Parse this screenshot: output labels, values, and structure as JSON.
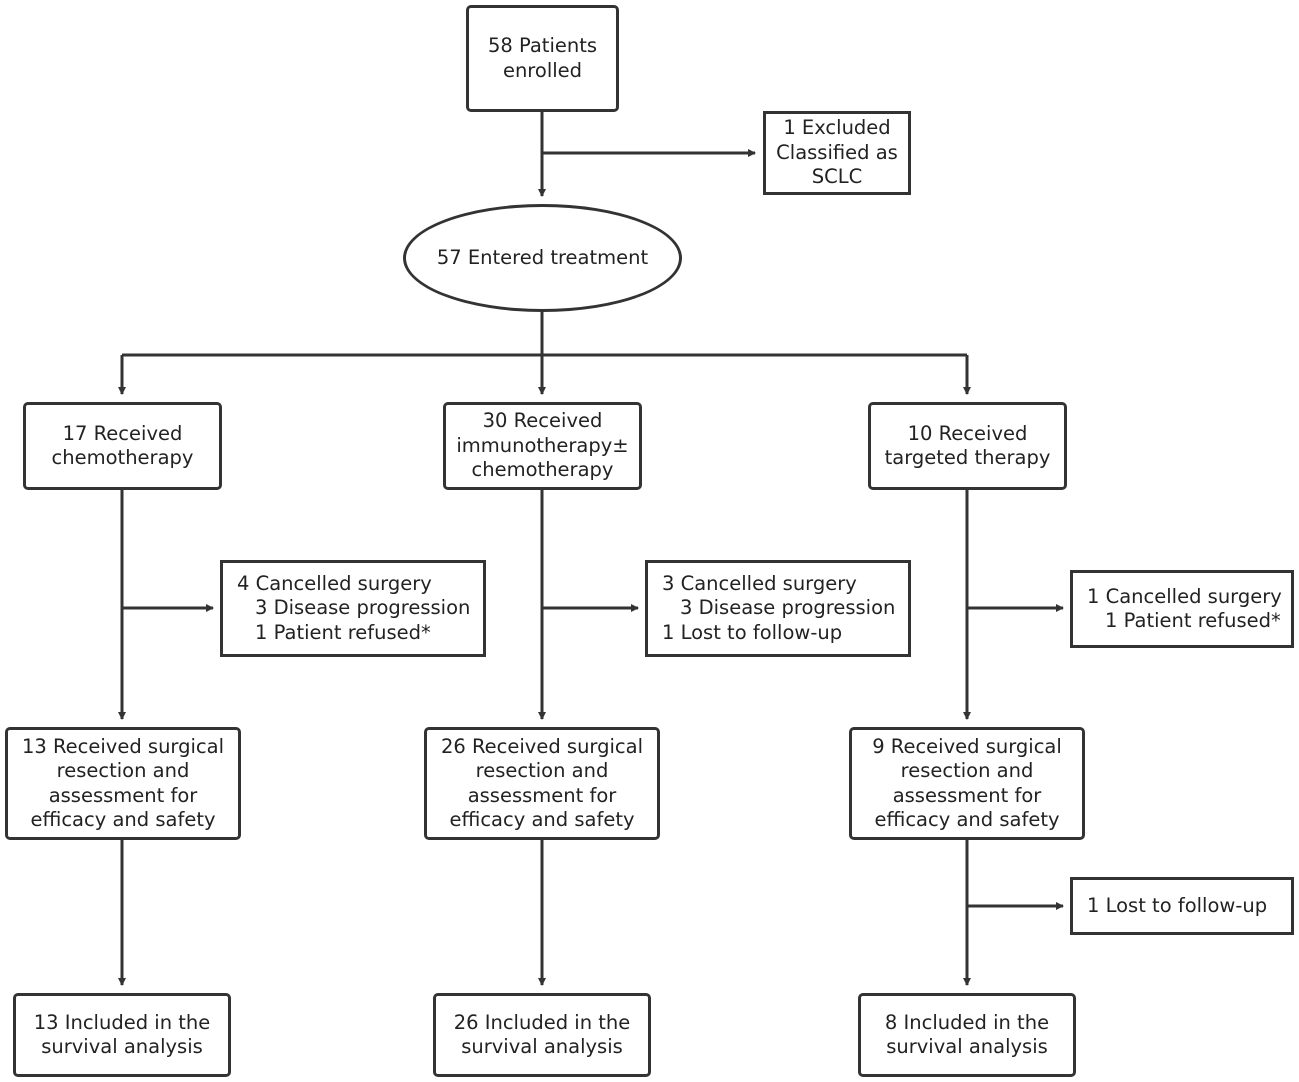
{
  "enrolled": {
    "lines": [
      "58 Patients",
      "enrolled"
    ]
  },
  "excluded": {
    "lines": [
      "1 Excluded",
      "Classified as",
      "SCLC"
    ]
  },
  "entered": {
    "lines": [
      "57 Entered treatment"
    ]
  },
  "arms": [
    {
      "received": [
        "17 Received",
        "chemotherapy"
      ],
      "cancelled": [
        "4 Cancelled surgery",
        "3 Disease progression",
        "1 Patient refused*"
      ],
      "surgery": [
        "13 Received surgical",
        "resection and",
        "assessment for",
        "efficacy and safety"
      ],
      "survival": [
        "13 Included in the",
        "survival analysis"
      ]
    },
    {
      "received": [
        "30 Received",
        "immunotherapy±",
        "chemotherapy"
      ],
      "cancelled": [
        "3 Cancelled surgery",
        "3 Disease progression",
        "1 Lost to follow-up"
      ],
      "surgery": [
        "26 Received surgical",
        "resection and",
        "assessment for",
        "efficacy and safety"
      ],
      "survival": [
        "26 Included in the",
        "survival analysis"
      ]
    },
    {
      "received": [
        "10 Received",
        "targeted therapy"
      ],
      "cancelled": [
        "1 Cancelled surgery",
        "1 Patient refused*"
      ],
      "surgery": [
        "9 Received surgical",
        "resection and",
        "assessment for",
        "efficacy and safety"
      ],
      "lost": [
        "1 Lost to follow-up"
      ],
      "survival": [
        "8 Included in the",
        "survival analysis"
      ]
    }
  ]
}
